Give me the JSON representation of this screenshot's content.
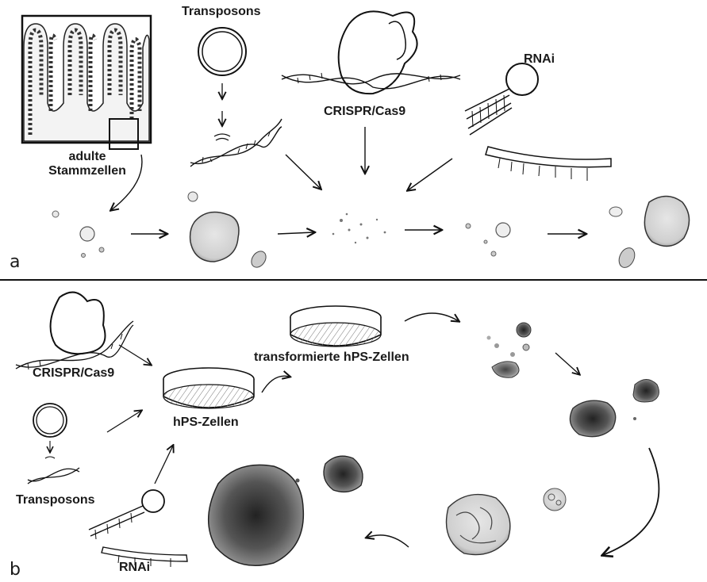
{
  "panel_a": {
    "letter": "a",
    "labels": {
      "transposons": "Transposons",
      "crispr": "CRISPR/Cas9",
      "rnai": "RNAi",
      "adult_stem_cells_line1": "adulte",
      "adult_stem_cells_line2": "Stammzellen"
    }
  },
  "panel_b": {
    "letter": "b",
    "labels": {
      "crispr": "CRISPR/Cas9",
      "transposons": "Transposons",
      "rnai": "RNAi",
      "hps_cells": "hPS-Zellen",
      "transformed_hps_cells": "transformierte hPS-Zellen"
    }
  }
}
